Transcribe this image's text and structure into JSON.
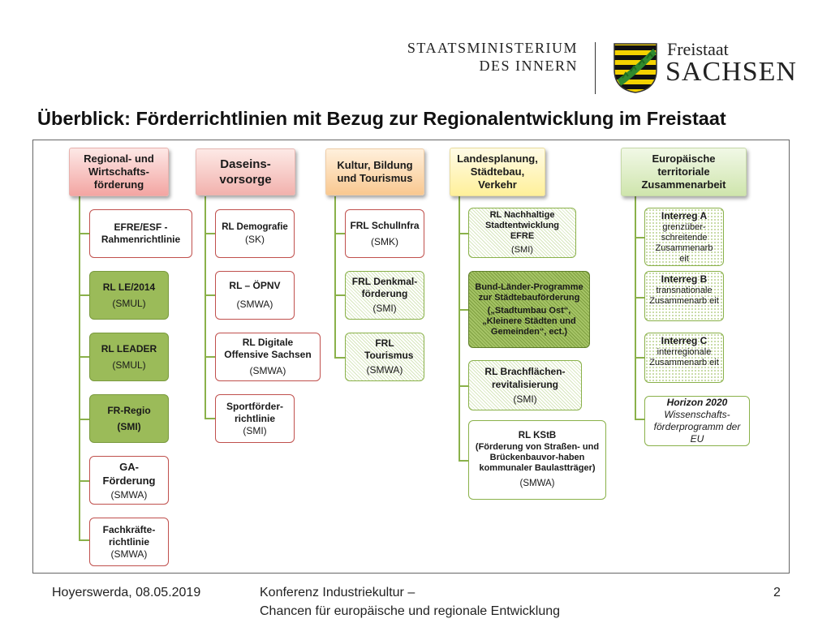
{
  "header": {
    "ministry_line1": "STAATSMINISTERIUM",
    "ministry_line2": "DES INNERN",
    "state_line1": "Freistaat",
    "state_line2": "SACHSEN",
    "crest_icon": "saxony-coat-of-arms-icon"
  },
  "title": "Überblick: Förderrichtlinien mit Bezug zur Regionalentwicklung im Freistaat",
  "columns": {
    "regional": {
      "header": "Regional- und Wirtschafts-förderung",
      "items": [
        {
          "name": "EFRE/ESF - Rahmenrichtlinie",
          "agency": ""
        },
        {
          "name": "RL LE/2014",
          "agency": "(SMUL)"
        },
        {
          "name": "RL LEADER",
          "agency": "(SMUL)"
        },
        {
          "name": "FR-Regio",
          "agency": "(SMI)"
        },
        {
          "name": "GA-Förderung",
          "agency": "(SMWA)"
        },
        {
          "name": "Fachkräfte-richtlinie",
          "agency": "(SMWA)"
        }
      ]
    },
    "daseinsvorsorge": {
      "header": "Daseins-vorsorge",
      "items": [
        {
          "name": "RL Demografie",
          "agency": "(SK)"
        },
        {
          "name": "RL – ÖPNV",
          "agency": "(SMWA)"
        },
        {
          "name": "RL Digitale Offensive Sachsen",
          "agency": "(SMWA)"
        },
        {
          "name": "Sportförder-richtlinie",
          "agency": "(SMI)"
        }
      ]
    },
    "kultur": {
      "header": "Kultur, Bildung und Tourismus",
      "items": [
        {
          "name": "FRL SchulInfra",
          "agency": "(SMK)"
        },
        {
          "name": "FRL Denkmal-förderung",
          "agency": "(SMI)"
        },
        {
          "name": "FRL Tourismus",
          "agency": "(SMWA)"
        }
      ]
    },
    "landesplanung": {
      "header": "Landesplanung, Städtebau, Verkehr",
      "items": [
        {
          "name": "RL Nachhaltige Stadtentwicklung EFRE",
          "agency": "(SMI)"
        },
        {
          "name": "Bund-Länder-Programme zur Städtebauförderung",
          "agency": "(„Stadtumbau Ost“, „Kleinere Städten und Gemeinden“, ect.)"
        },
        {
          "name": "RL Brachflächen-revitalisierung",
          "agency": "(SMI)"
        },
        {
          "name": "RL KStB",
          "agency": "(Förderung von Straßen- und Brückenbauvor-haben kommunaler Baulastträger)",
          "agency2": "(SMWA)"
        }
      ]
    },
    "europa": {
      "header": "Europäische territoriale Zusammenarbeit",
      "items": [
        {
          "name": "Interreg A",
          "desc": "grenzüber-schreitende Zusammenarb eit"
        },
        {
          "name": "Interreg B",
          "desc": "transnationale Zusammenarb eit"
        },
        {
          "name": "Interreg C",
          "desc": "interregionale Zusammenarb eit"
        },
        {
          "name": "Horizon 2020",
          "desc": "Wissenschafts-förderprogramm der EU"
        }
      ]
    }
  },
  "footer": {
    "place_date": "Hoyerswerda, 08.05.2019",
    "event_line1": "Konferenz Industriekultur –",
    "event_line2": "Chancen für europäische und regionale Entwicklung",
    "page": "2"
  }
}
